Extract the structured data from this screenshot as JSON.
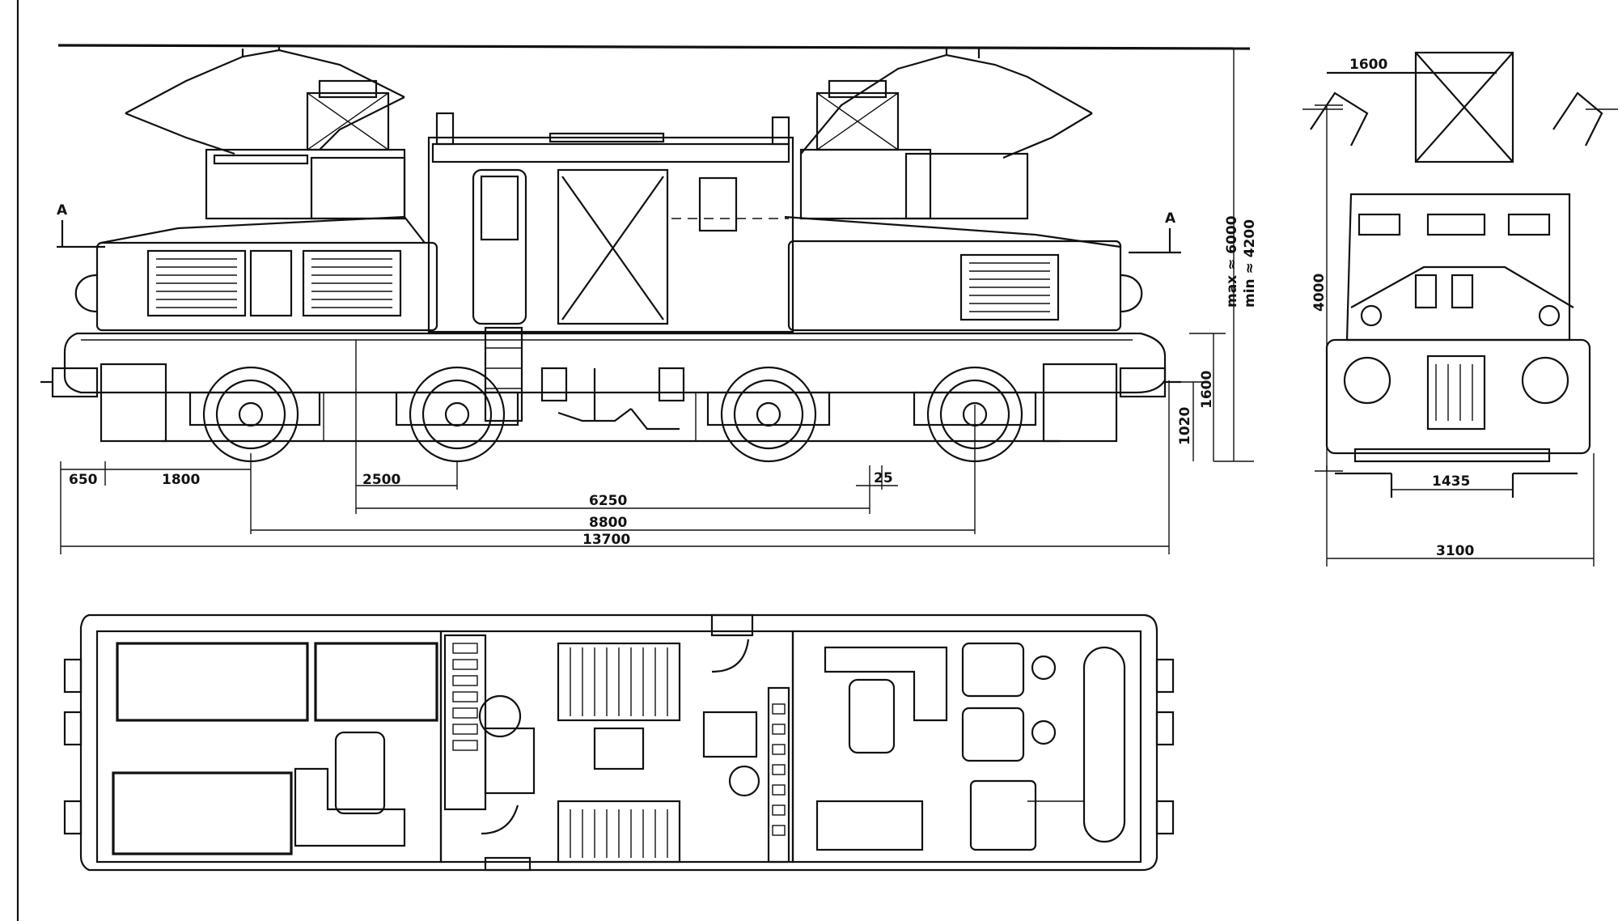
{
  "colors": {
    "ink": "#111111",
    "paper": "#ffffff"
  },
  "side_view": {
    "section_mark": "A",
    "dimensions": {
      "d650": "650",
      "d1800": "1800",
      "d2500": "2500",
      "d6250": "6250",
      "d25": "25",
      "d8800": "8800",
      "d13700": "13700",
      "d1020": "1020",
      "d1600": "1600",
      "max_height": "max ≈ 6000",
      "min_height": "min ≈ 4200"
    }
  },
  "end_view": {
    "dimensions": {
      "pantograph_width": "1600",
      "height": "4000",
      "gauge": "1435",
      "width": "3100"
    }
  }
}
